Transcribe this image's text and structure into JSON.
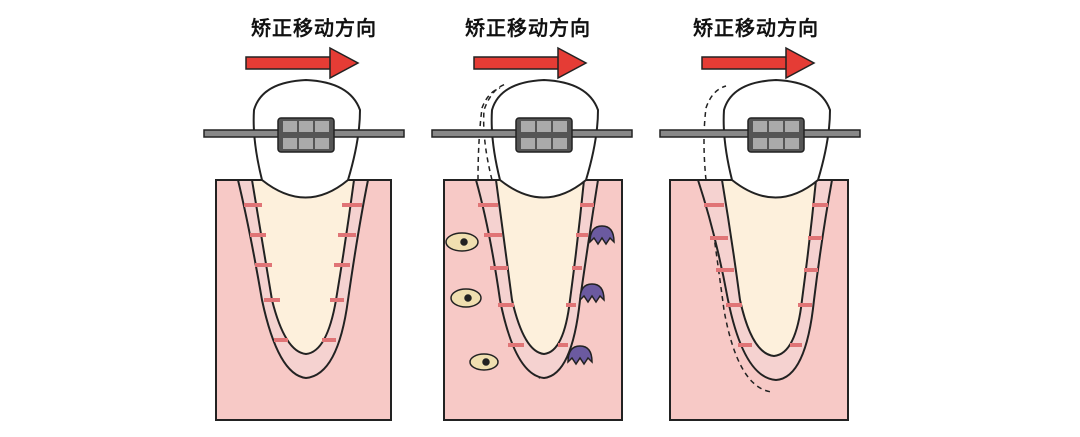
{
  "panels": [
    {
      "label": "矫正移动方向",
      "stage": "initial"
    },
    {
      "label": "矫正移动方向",
      "stage": "remodeling"
    },
    {
      "label": "矫正移动方向",
      "stage": "moved"
    }
  ],
  "colors": {
    "arrow": "#e53c35",
    "bone": "#f7c9c6",
    "ligament": "#f6d4d3",
    "root": "#fdf0dc",
    "fiber": "#e07476",
    "wire": "#888888",
    "bracket": "#aaaaaa",
    "osteoblast": "#f0dfb0",
    "osteoclast": "#6b5aa0"
  }
}
